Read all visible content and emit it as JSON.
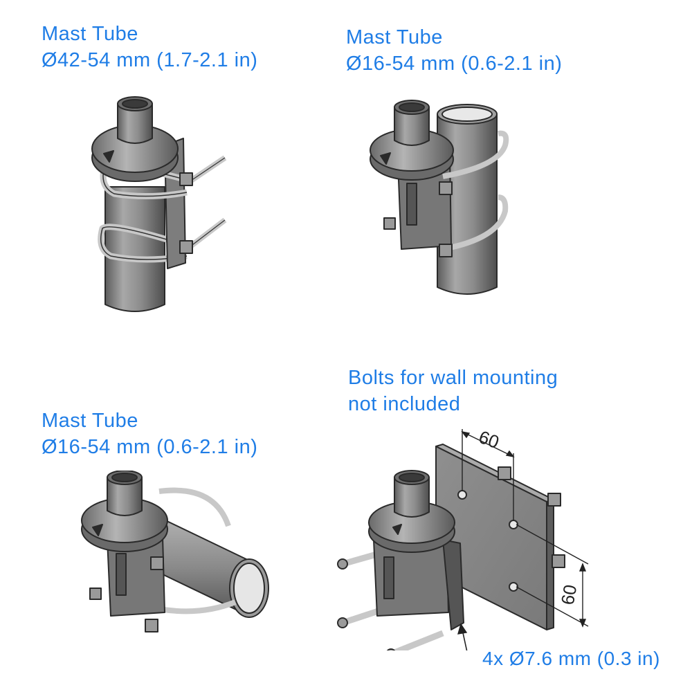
{
  "labels": {
    "top_left": {
      "line1": "Mast Tube",
      "line2": "Ø42-54 mm (1.7-2.1 in)"
    },
    "top_right": {
      "line1": "Mast Tube",
      "line2": "Ø16-54 mm (0.6-2.1 in)"
    },
    "bottom_left": {
      "line1": "Mast Tube",
      "line2": "Ø16-54 mm (0.6-2.1 in)"
    },
    "bottom_right": {
      "line1": "Bolts for wall mounting",
      "line2": "not included"
    }
  },
  "dimensions": {
    "horizontal": "60",
    "vertical": "60",
    "hole_callout": "4x Ø7.6 mm (0.3 in)"
  },
  "colors": {
    "label_text": "#1f7de6",
    "metal": "#8a8a8a",
    "outline": "#2a2a2a"
  }
}
